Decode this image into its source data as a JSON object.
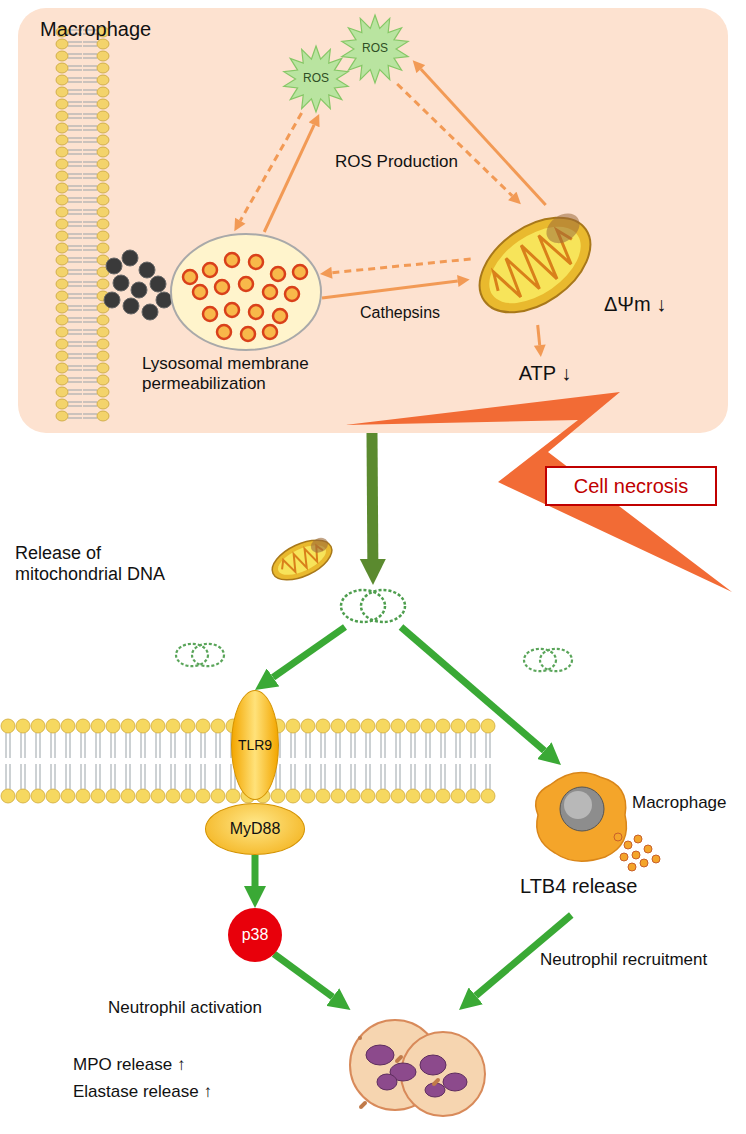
{
  "diagram": {
    "nodes": [
      {
        "text": [
          "Macrophage"
        ]
      },
      {
        "text": [
          "ROS"
        ],
        "in": 0
      },
      {
        "text": [
          "ROS"
        ],
        "in": 0
      },
      {
        "text": [
          "Lysosomal membrane permeabilization"
        ],
        "in": 0
      },
      {
        "text": [
          "ΔΨm ↓"
        ],
        "in": 0
      },
      {
        "text": [
          "ATP ↓"
        ],
        "in": 0
      },
      {
        "text": [
          "Cell necrosis"
        ]
      },
      {
        "text": [
          "Release of mitochondrial DNA"
        ]
      },
      {
        "text": [
          "TLR9"
        ]
      },
      {
        "text": [
          "MyD88"
        ]
      },
      {
        "text": [
          "p38"
        ]
      },
      {
        "text": [
          "Macrophage",
          "LTB4 release"
        ]
      },
      {
        "text": [
          "MPO release ↑",
          "Elastase release ↑"
        ]
      }
    ],
    "edges": [
      {
        "from": 3,
        "to": 1,
        "arrow": "to"
      },
      {
        "from": 1,
        "to": 3,
        "arrow": "to"
      },
      {
        "from": 2,
        "to": 4,
        "arrow": "to"
      },
      {
        "from": 4,
        "to": 2,
        "arrow": "to"
      },
      {
        "from": 3,
        "to": 4,
        "label": "Cathepsins",
        "arrow": "to"
      },
      {
        "from": 4,
        "to": 3,
        "arrow": "to"
      },
      {
        "from": 4,
        "to": 5,
        "arrow": "to"
      },
      {
        "from": 0,
        "to": 7,
        "arrow": "to"
      },
      {
        "from": 7,
        "to": 8,
        "arrow": "to"
      },
      {
        "from": 7,
        "to": 11,
        "arrow": "to"
      },
      {
        "from": 9,
        "to": 10,
        "arrow": "to"
      },
      {
        "from": 10,
        "to": 12,
        "label": "Neutrophil activation",
        "arrow": "to"
      },
      {
        "from": 11,
        "to": 12,
        "label": "Neutrophil recruitment",
        "arrow": "to"
      }
    ],
    "labels": [
      "ROS Production"
    ]
  }
}
